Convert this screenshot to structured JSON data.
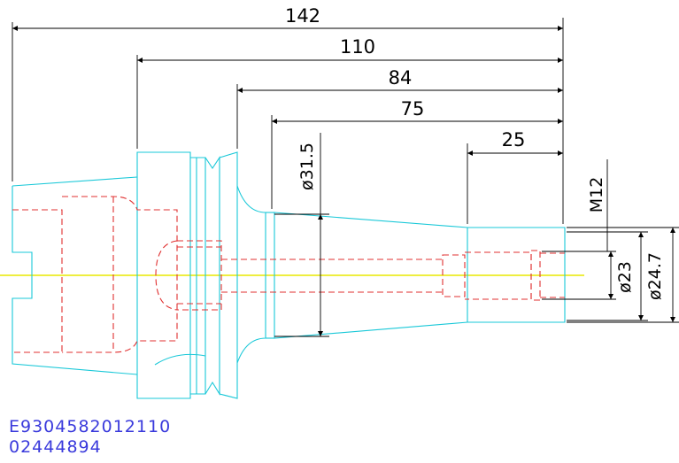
{
  "colors": {
    "outline": "#19c8d8",
    "hidden": "#e03030",
    "dimension": "#000000",
    "centerline": "#e8e800",
    "code_text": "#3a3adc"
  },
  "dimensions": {
    "d142": "142",
    "d110": "110",
    "d84": "84",
    "d75": "75",
    "d25": "25",
    "m12": "M12",
    "dia31": "ø31.5",
    "dia23": "ø23",
    "dia24": "ø24.7"
  },
  "codes": {
    "line1": "E9304582012110",
    "line2": "02444894"
  }
}
